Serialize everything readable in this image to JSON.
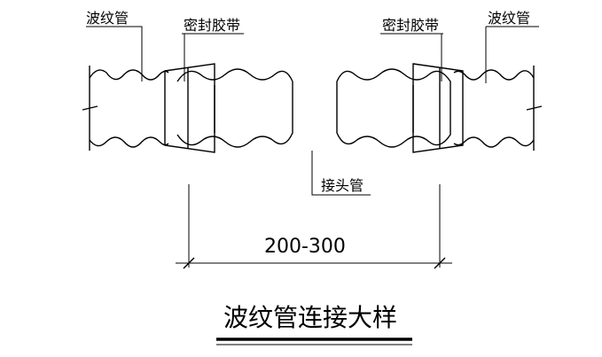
{
  "labels": {
    "corrugated_pipe_left": "波纹管",
    "sealing_tape_left": "密封胶带",
    "sealing_tape_right": "密封胶带",
    "corrugated_pipe_right": "波纹管",
    "joint_pipe": "接头管"
  },
  "dimension": "200-300",
  "title": "波纹管连接大样"
}
